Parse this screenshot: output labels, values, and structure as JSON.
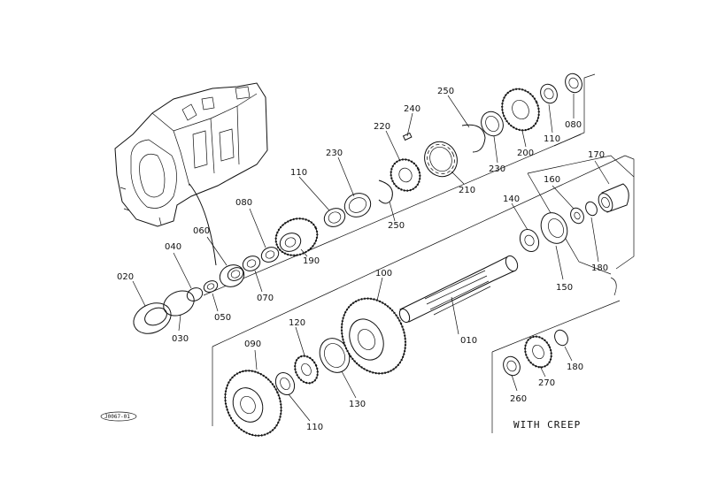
{
  "parts": [
    {
      "id": "010",
      "label": "010"
    },
    {
      "id": "020",
      "label": "020"
    },
    {
      "id": "030",
      "label": "030"
    },
    {
      "id": "040",
      "label": "040"
    },
    {
      "id": "050",
      "label": "050"
    },
    {
      "id": "060",
      "label": "060"
    },
    {
      "id": "070",
      "label": "070"
    },
    {
      "id": "080a",
      "label": "080"
    },
    {
      "id": "080b",
      "label": "080"
    },
    {
      "id": "090",
      "label": "090"
    },
    {
      "id": "100",
      "label": "100"
    },
    {
      "id": "110a",
      "label": "110"
    },
    {
      "id": "110b",
      "label": "110"
    },
    {
      "id": "110c",
      "label": "110"
    },
    {
      "id": "120",
      "label": "120"
    },
    {
      "id": "130",
      "label": "130"
    },
    {
      "id": "140",
      "label": "140"
    },
    {
      "id": "150",
      "label": "150"
    },
    {
      "id": "160",
      "label": "160"
    },
    {
      "id": "170",
      "label": "170"
    },
    {
      "id": "180a",
      "label": "180"
    },
    {
      "id": "180b",
      "label": "180"
    },
    {
      "id": "190",
      "label": "190"
    },
    {
      "id": "200",
      "label": "200"
    },
    {
      "id": "210",
      "label": "210"
    },
    {
      "id": "220",
      "label": "220"
    },
    {
      "id": "230a",
      "label": "230"
    },
    {
      "id": "230b",
      "label": "230"
    },
    {
      "id": "240",
      "label": "240"
    },
    {
      "id": "250a",
      "label": "250"
    },
    {
      "id": "250b",
      "label": "250"
    },
    {
      "id": "260",
      "label": "260"
    },
    {
      "id": "270",
      "label": "270"
    }
  ],
  "inset_caption": "WITH CREEP",
  "drawing_code": "J0067-01"
}
